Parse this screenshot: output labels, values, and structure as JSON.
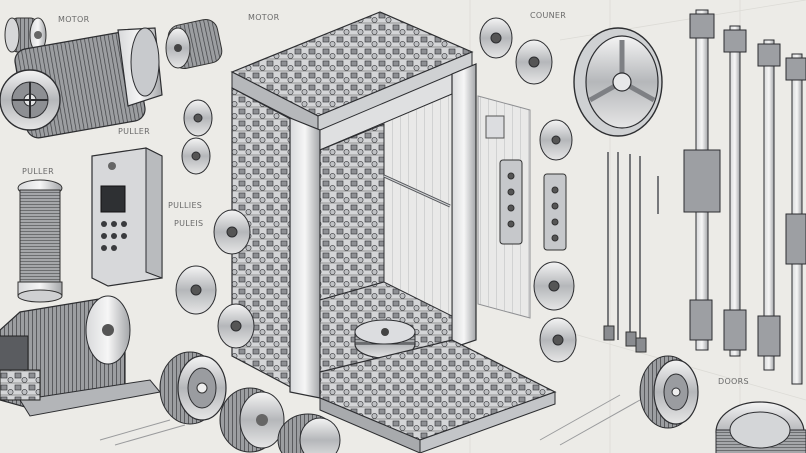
{
  "labels": {
    "motor_left": "MOTOR",
    "motor_center": "MOTOR",
    "puller": "PULLER",
    "puller_left": "PULLER",
    "pulleys_1": "PULLIES",
    "pulleys_2": "PULEIS",
    "doors": "DOORS",
    "counter": "COUNER"
  },
  "colors": {
    "background": "#ecebe7",
    "metal_light": "#d9dadb",
    "metal_mid": "#a9abae",
    "metal_dark": "#4d4f53",
    "line": "#3a3b3e"
  }
}
